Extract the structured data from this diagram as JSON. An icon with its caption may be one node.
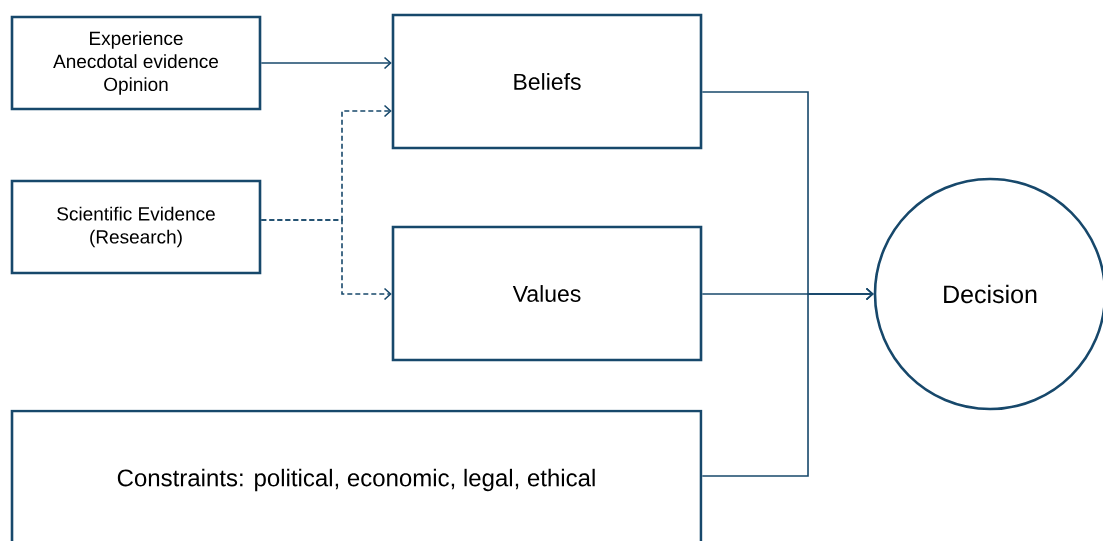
{
  "diagram": {
    "nodes": [
      {
        "text": [
          "Experience",
          "Anecdotal evidence",
          "Opinion"
        ]
      },
      {
        "text": [
          "Beliefs"
        ]
      },
      {
        "text": [
          "Scientific Evidence (Research)"
        ]
      },
      {
        "text": [
          "Values"
        ]
      },
      {
        "text": [
          "Constraints: political, economic, legal, ethical"
        ]
      },
      {
        "text": [
          "Decision"
        ]
      }
    ],
    "edges": [
      {
        "from": 0,
        "to": 1,
        "arrow": "to"
      },
      {
        "from": 2,
        "to": 1,
        "arrow": "to",
        "style": "dashed"
      },
      {
        "from": 2,
        "to": 3,
        "arrow": "to",
        "style": "dashed"
      },
      {
        "from": 1,
        "to": 5,
        "arrow": "to"
      },
      {
        "from": 3,
        "to": 5,
        "arrow": "to"
      },
      {
        "from": 4,
        "to": 5,
        "arrow": "to"
      }
    ]
  }
}
